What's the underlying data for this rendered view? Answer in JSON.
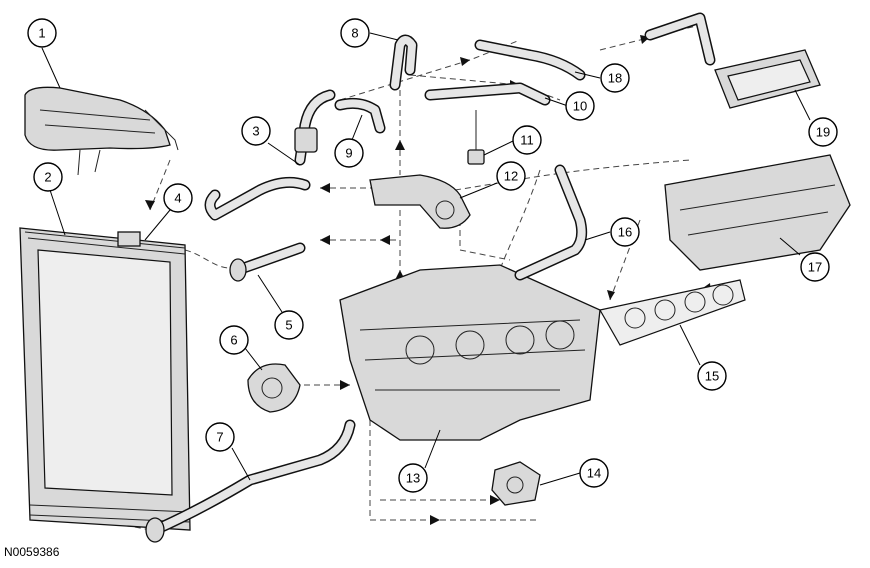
{
  "figure": {
    "reference_code": "N0059386"
  },
  "callouts": [
    {
      "id": "1",
      "label": "1"
    },
    {
      "id": "2",
      "label": "2"
    },
    {
      "id": "3",
      "label": "3"
    },
    {
      "id": "4",
      "label": "4"
    },
    {
      "id": "5",
      "label": "5"
    },
    {
      "id": "6",
      "label": "6"
    },
    {
      "id": "7",
      "label": "7"
    },
    {
      "id": "8",
      "label": "8"
    },
    {
      "id": "9",
      "label": "9"
    },
    {
      "id": "10",
      "label": "10"
    },
    {
      "id": "11",
      "label": "11"
    },
    {
      "id": "12",
      "label": "12"
    },
    {
      "id": "13",
      "label": "13"
    },
    {
      "id": "14",
      "label": "14"
    },
    {
      "id": "15",
      "label": "15"
    },
    {
      "id": "16",
      "label": "16"
    },
    {
      "id": "17",
      "label": "17"
    },
    {
      "id": "18",
      "label": "18"
    },
    {
      "id": "19",
      "label": "19"
    }
  ]
}
